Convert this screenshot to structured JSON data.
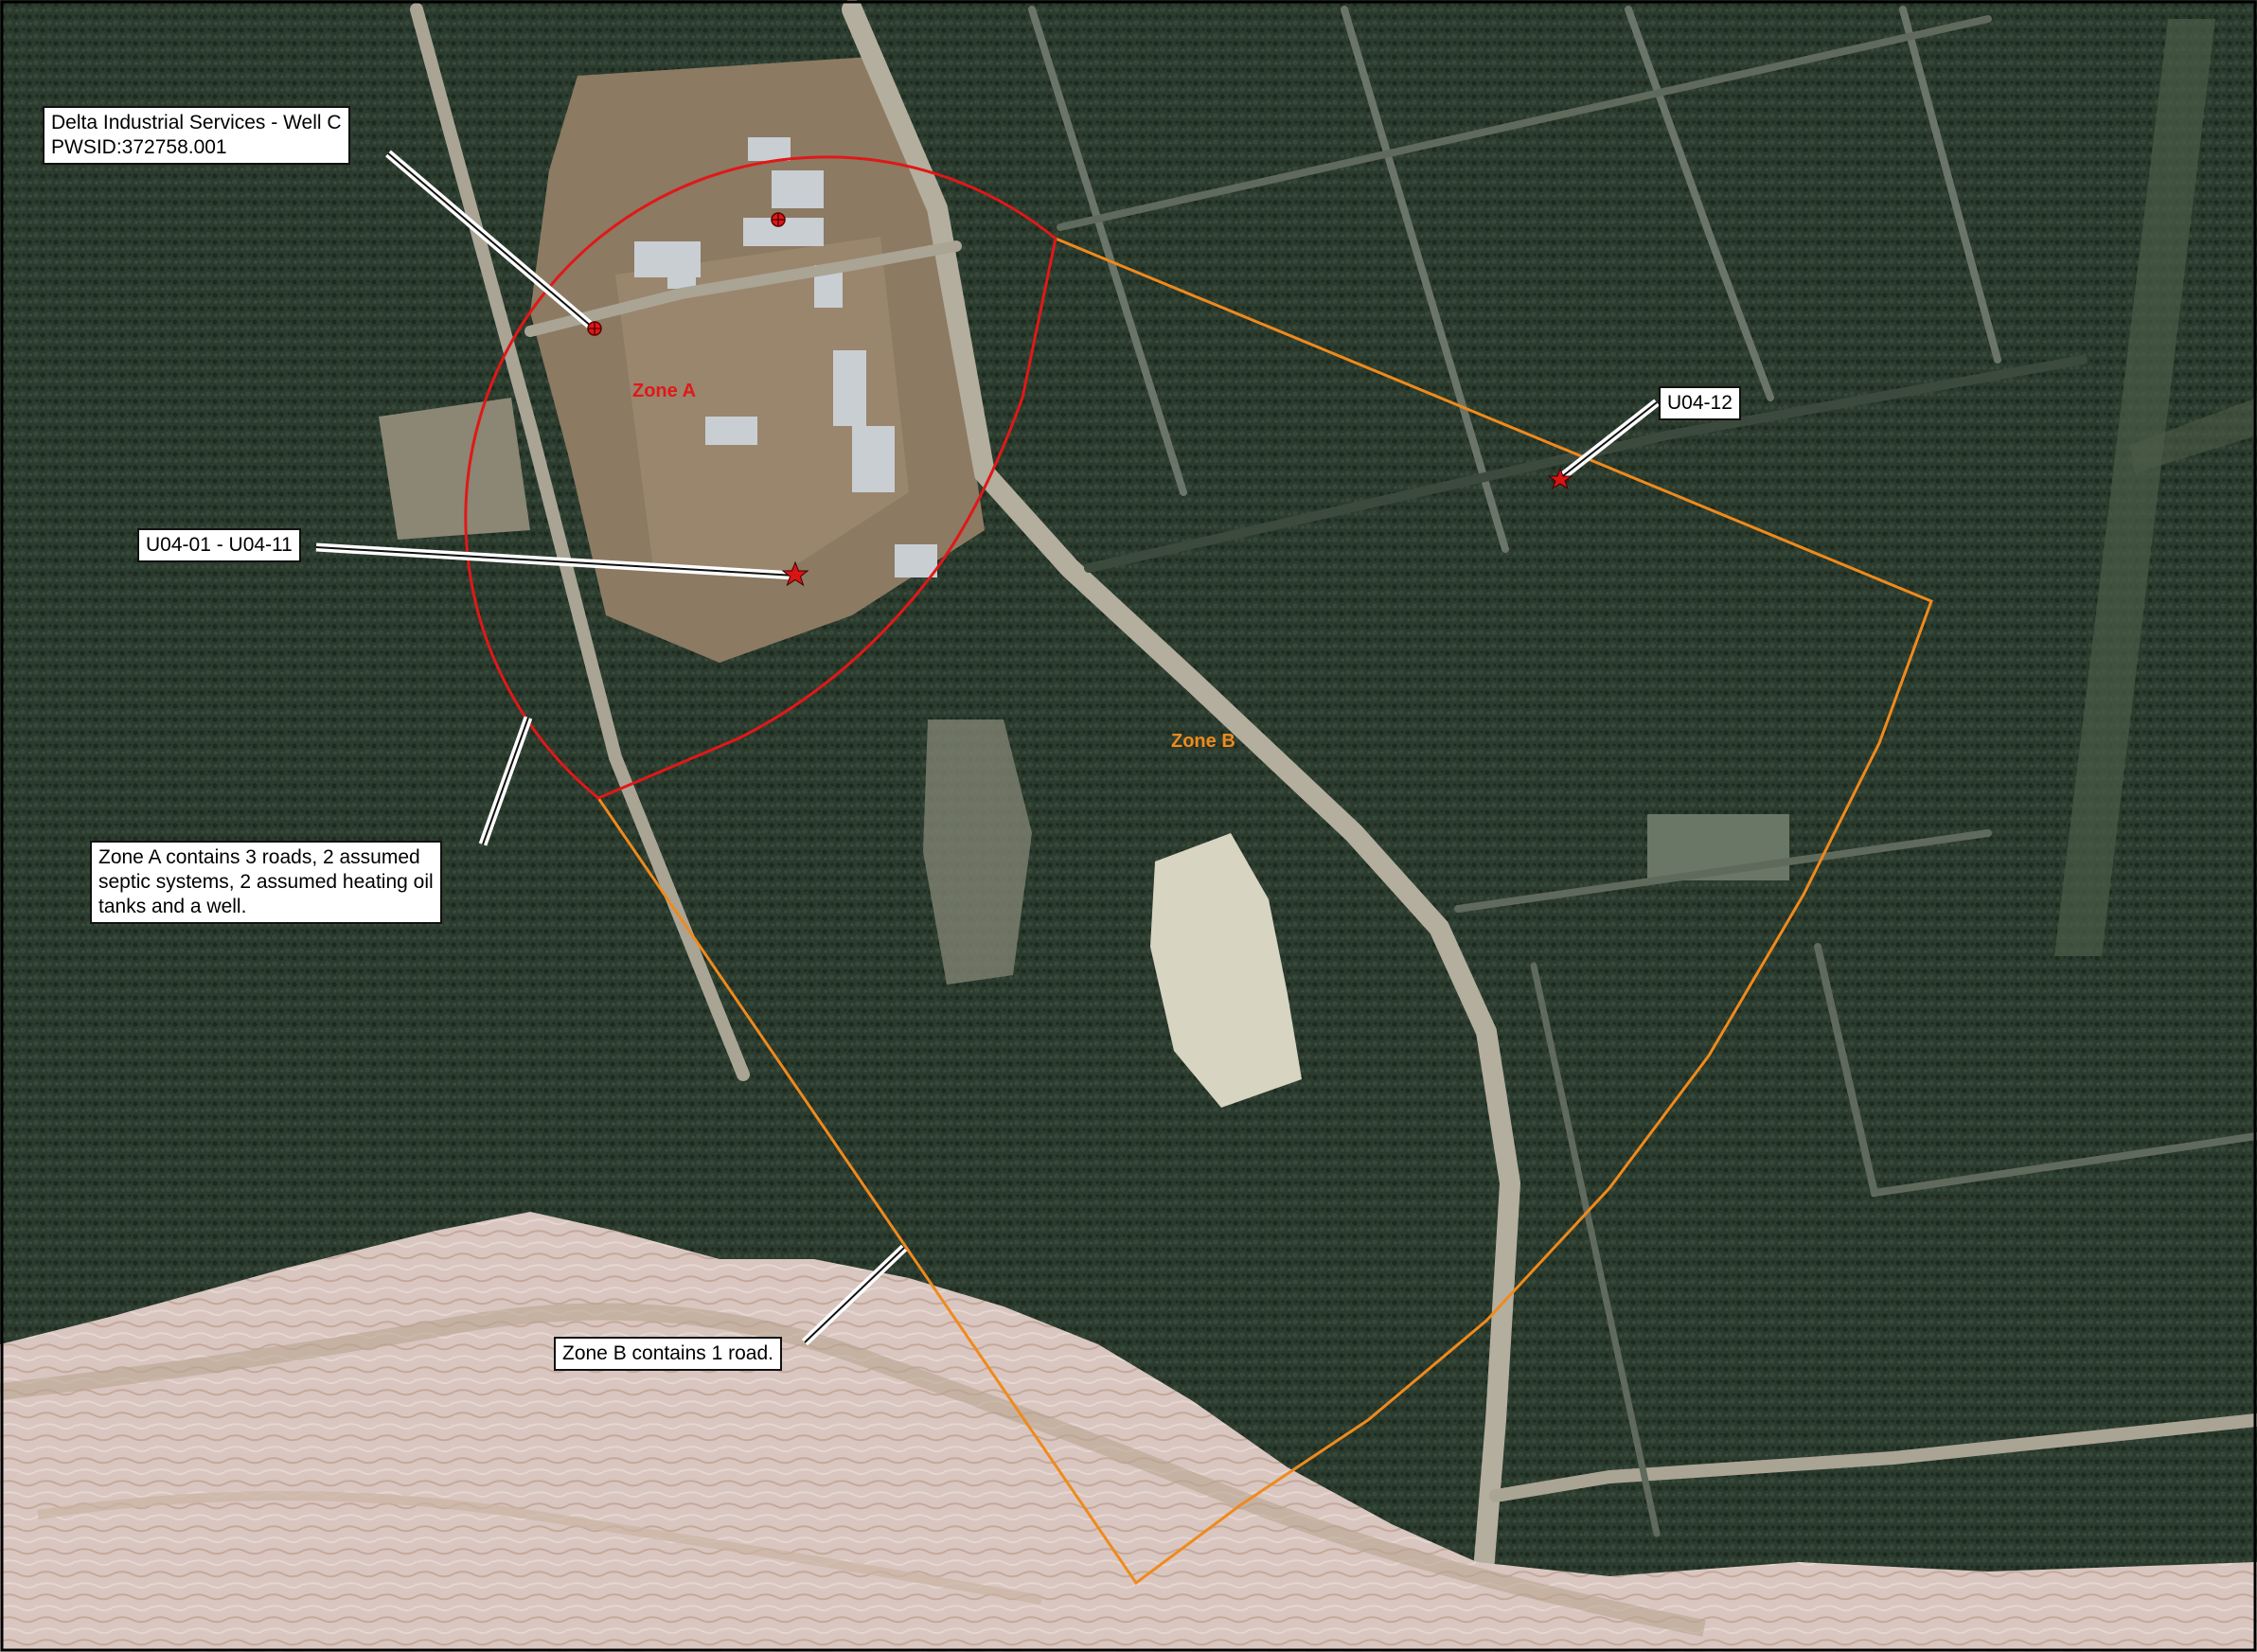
{
  "map": {
    "basemap": "aerial-imagery",
    "colors": {
      "zone_a": "#e01818",
      "zone_b": "#f08a1c",
      "source_marker": "#d81414",
      "forest": "#2a3a2c",
      "river_bed": "#d9c3bc",
      "road": "#a9a394"
    }
  },
  "zones": {
    "zone_a": {
      "label": "Zone A"
    },
    "zone_b": {
      "label": "Zone B"
    }
  },
  "callouts": {
    "well": {
      "line1": "Delta Industrial Services - Well C",
      "line2": "PWSID:372758.001"
    },
    "u04_01_11": {
      "text": "U04-01 - U04-11"
    },
    "u04_12": {
      "text": "U04-12"
    },
    "zone_a_summary": {
      "line1": "Zone A contains 3 roads, 2 assumed",
      "line2": "septic systems, 2 assumed heating oil",
      "line3": "tanks and a well."
    },
    "zone_b_summary": {
      "text": "Zone B contains 1 road."
    }
  },
  "markers": {
    "well_icon": "well-circle-cross",
    "source_icon": "star"
  }
}
